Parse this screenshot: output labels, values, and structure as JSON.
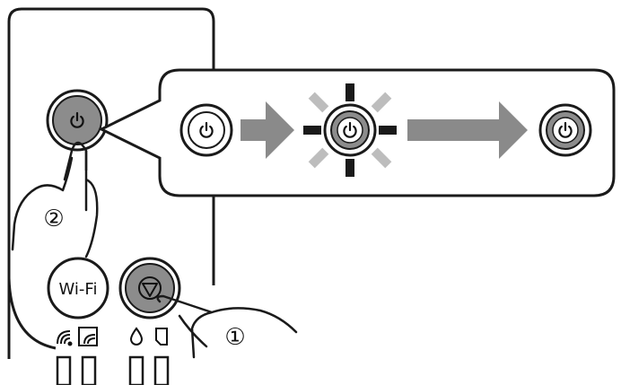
{
  "buttons": {
    "power_icon": "power-icon",
    "wifi_label": "Wi-Fi",
    "stop_icon": "stop-reset-icon"
  },
  "steps": {
    "step1": "①",
    "step2": "②"
  },
  "indicators": [
    "wifi-icon",
    "wifi-direct-icon",
    "ink-drop-icon",
    "paper-icon"
  ],
  "sequence": [
    "power-light-off",
    "power-light-flashing",
    "power-light-on"
  ],
  "colors": {
    "outline": "#1a1a1a",
    "gray": "#8c8c8c",
    "arrow": "#8a8a8a",
    "ray": "#bdbdbd"
  }
}
